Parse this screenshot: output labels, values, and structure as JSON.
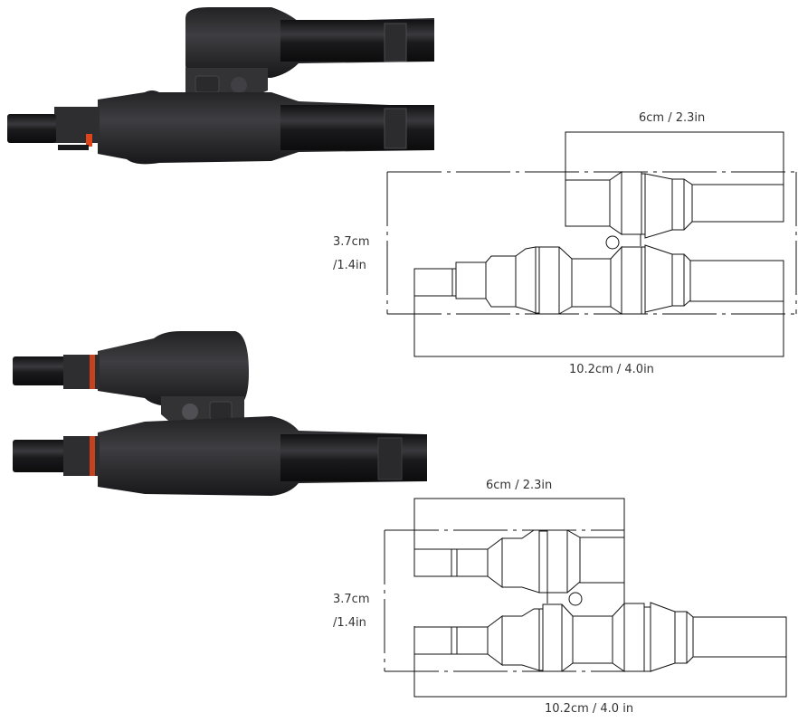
{
  "colors": {
    "background": "#ffffff",
    "connector_body": "#1c1c1e",
    "connector_highlight": "#4a4a4e",
    "accent_seal": "#e0441a",
    "line": "#111111",
    "text": "#333333"
  },
  "diagrams": [
    {
      "name": "branch-connector-1-to-2",
      "description": "Y-branch connector: one input to two outputs",
      "dimensions": {
        "branch_length": "6cm / 2.3in",
        "height_value": "3.7cm",
        "height_imperial": "/1.4in",
        "total_length": "10.2cm / 4.0in"
      }
    },
    {
      "name": "branch-connector-2-to-1",
      "description": "Y-branch connector: two inputs to one output",
      "dimensions": {
        "branch_length": "6cm / 2.3in",
        "height_value": "3.7cm",
        "height_imperial": "/1.4in",
        "total_length": "10.2cm / 4.0 in"
      }
    }
  ]
}
